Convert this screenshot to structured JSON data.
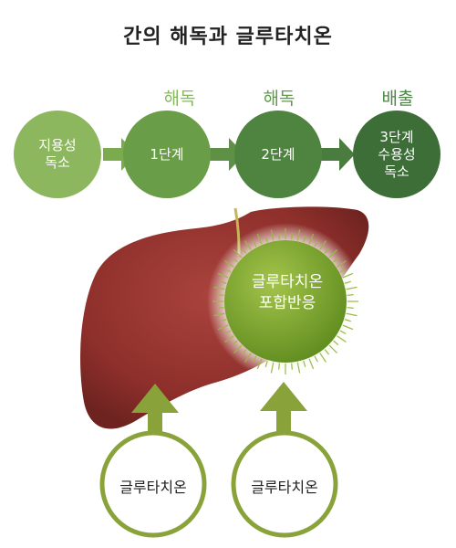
{
  "title": "간의 해독과 글루타치온",
  "steps": [
    {
      "label": "",
      "node": "지용성\n독소",
      "color": "#8cb75f"
    },
    {
      "label": "해독",
      "node": "1단계",
      "color": "#6a9d47",
      "label_color": "#86b860"
    },
    {
      "label": "해독",
      "node": "2단계",
      "color": "#4e8440",
      "label_color": "#5f9a4a"
    },
    {
      "label": "배출",
      "node": "3단계\n수용성\n독소",
      "color": "#3d6e38",
      "label_color": "#4d8646"
    }
  ],
  "center": "글루타치온\n포합반응",
  "glutathione": [
    "글루타치온",
    "글루타치온"
  ],
  "colors": {
    "liver": "#8e2f2b",
    "arrow": "#8aa23a",
    "center": "#7fa52a",
    "glu_ring": "#8aa23a"
  }
}
